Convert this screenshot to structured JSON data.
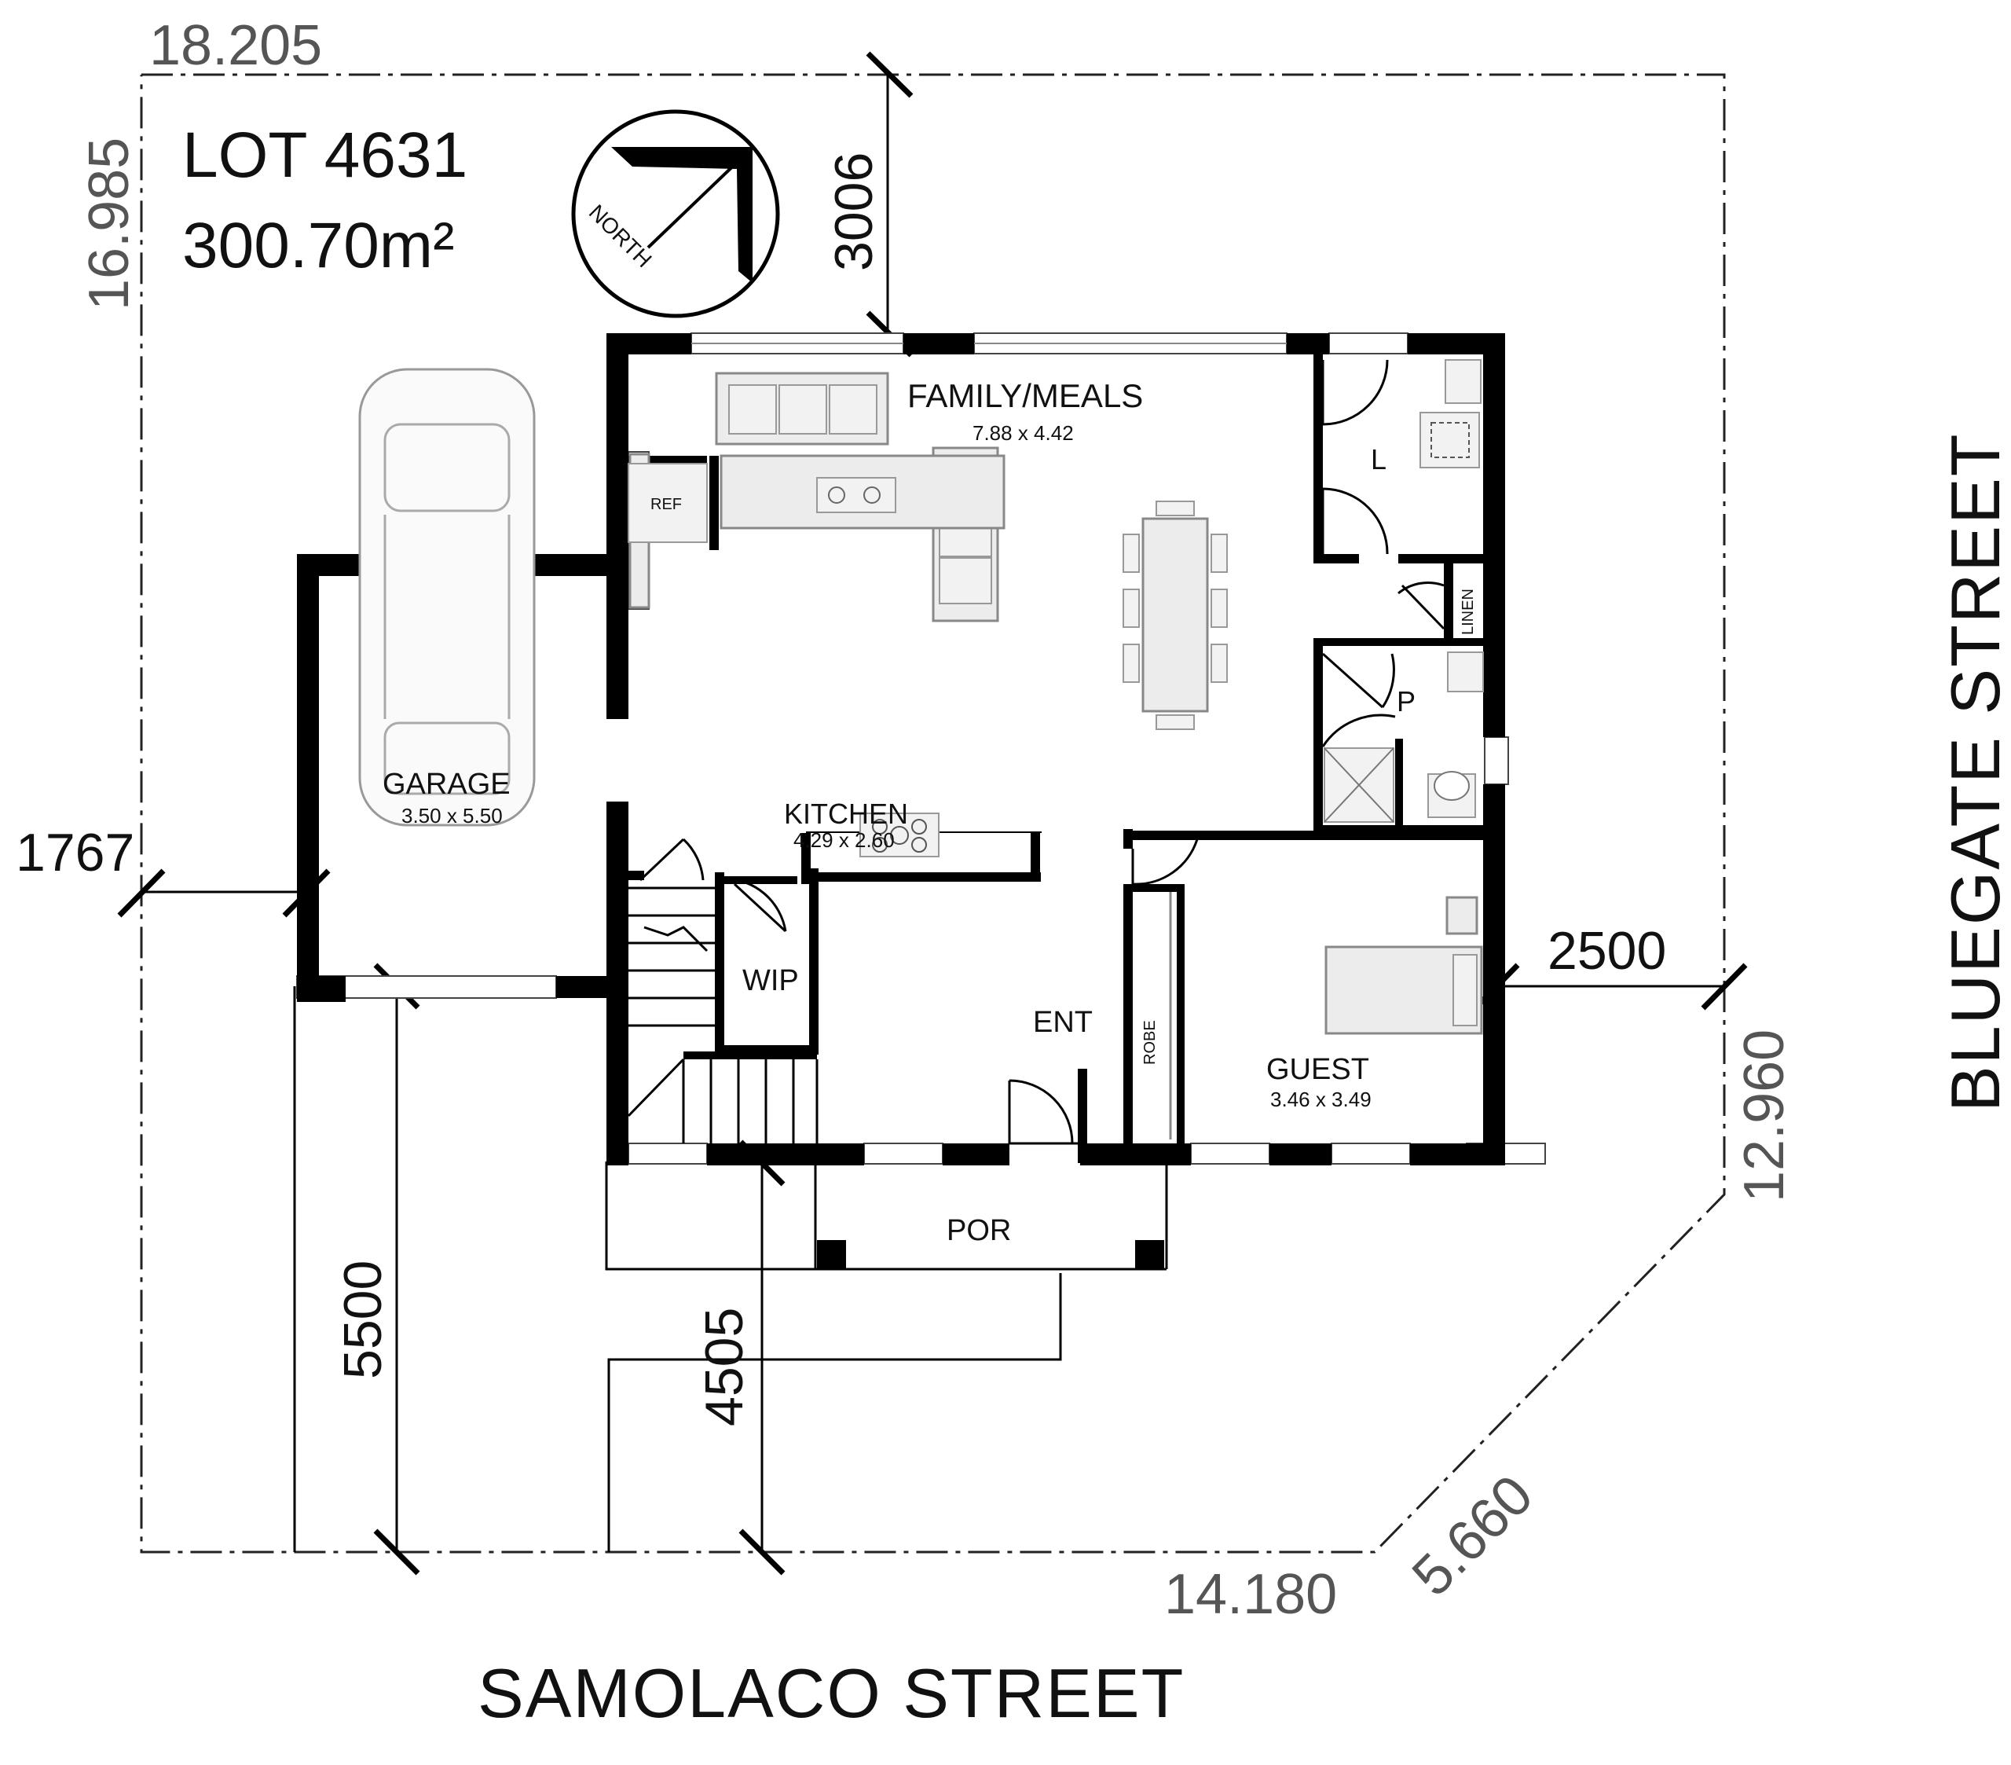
{
  "lot": {
    "number": "LOT 4631",
    "area": "300.70m²"
  },
  "north_label": "NORTH",
  "boundaries": {
    "top": "18.205",
    "left": "16.985",
    "bottom": "14.180",
    "diagonal": "5.660",
    "right": "12.960"
  },
  "setbacks": {
    "rear": "3006",
    "side_left": "1767",
    "side_right": "2500",
    "garage_front": "5500",
    "house_front": "4505"
  },
  "streets": {
    "front": "SAMOLACO STREET",
    "side": "BLUEGATE STREET"
  },
  "rooms": {
    "family": {
      "name": "FAMILY/MEALS",
      "size": "7.88 x 4.42"
    },
    "kitchen": {
      "name": "KITCHEN",
      "size": "4.29 x 2.60"
    },
    "garage": {
      "name": "GARAGE",
      "size": "3.50 x 5.50"
    },
    "guest": {
      "name": "GUEST",
      "size": "3.46 x 3.49"
    },
    "entry": {
      "name": "ENT"
    },
    "porch": {
      "name": "POR"
    },
    "wip": {
      "name": "WIP"
    },
    "laundry": {
      "name": "L"
    },
    "powder": {
      "name": "P"
    },
    "linen": {
      "name": "LINEN"
    },
    "robe": {
      "name": "ROBE"
    },
    "ref": {
      "name": "REF"
    }
  }
}
